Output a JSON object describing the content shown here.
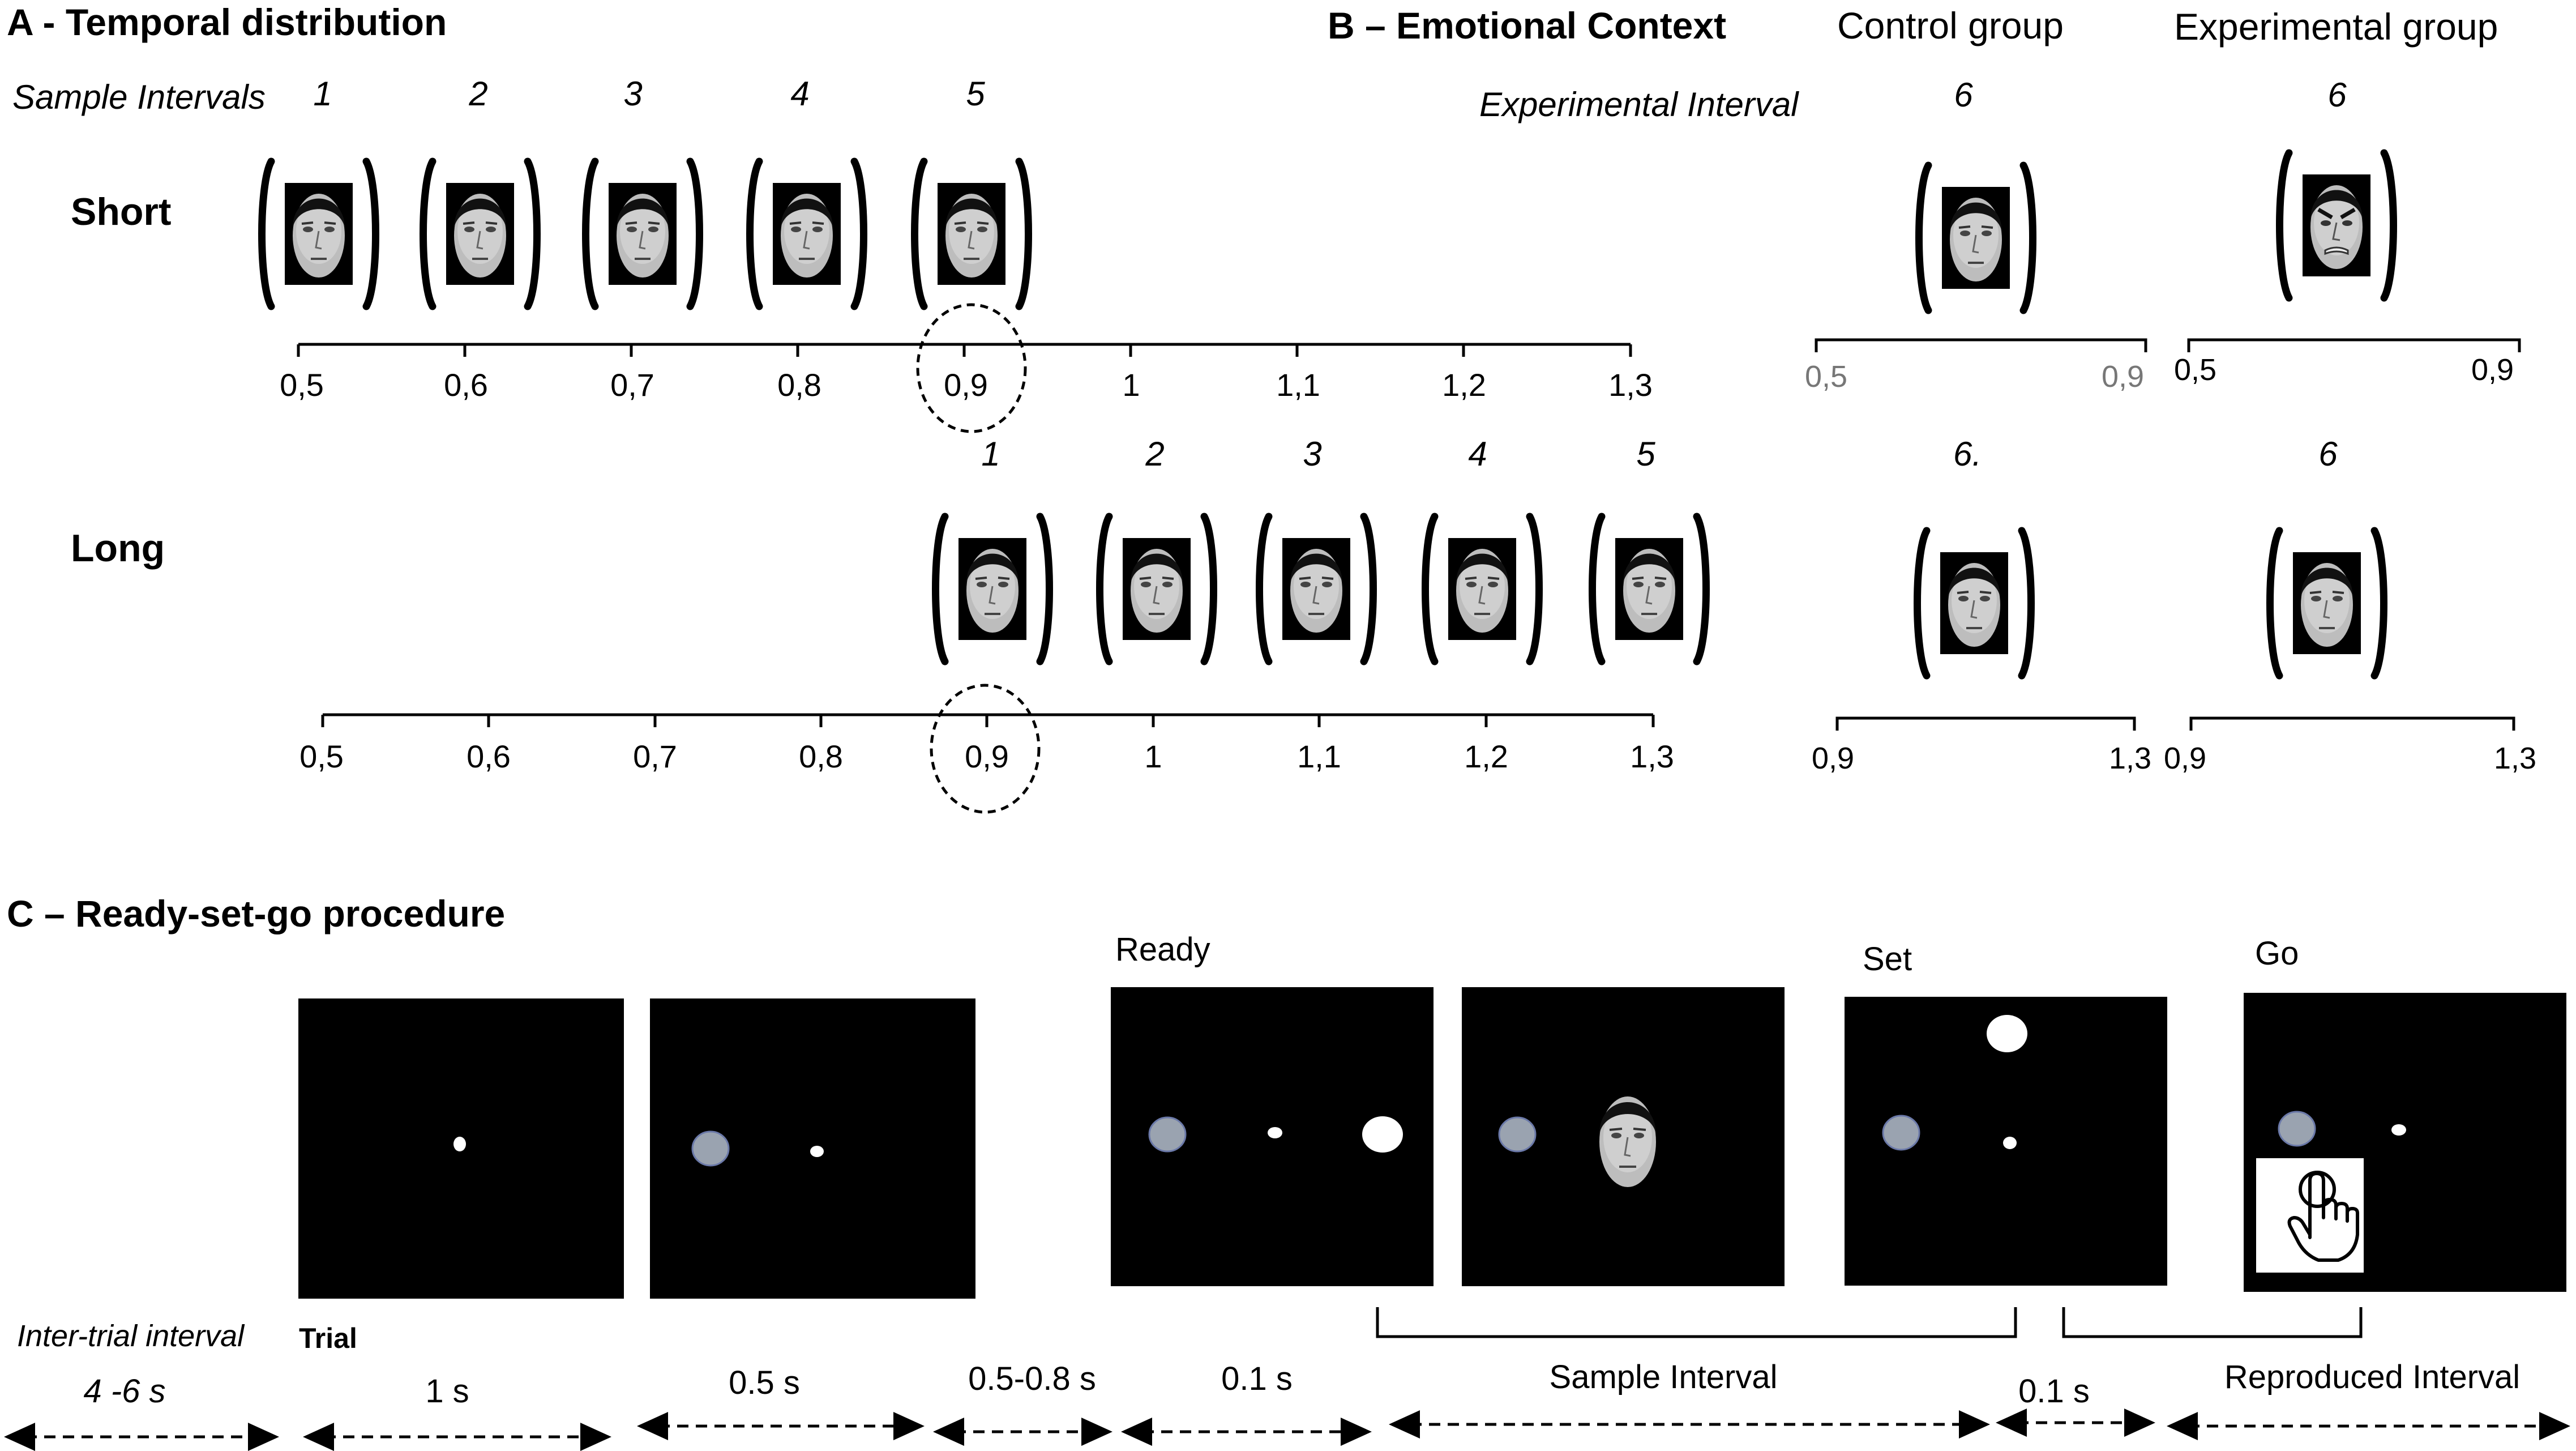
{
  "panel_a": {
    "letter": "A",
    "title": " - Temporal distribution",
    "sample_intervals_label": "Sample Intervals",
    "short": {
      "label": "Short",
      "numbers": [
        "1",
        "2",
        "3",
        "4",
        "5"
      ],
      "ticks": [
        "0,5",
        "0,6",
        "0,7",
        "0,8",
        "0,9",
        "1",
        "1,1",
        "1,2",
        "1,3"
      ]
    },
    "long": {
      "label": "Long",
      "numbers": [
        "1",
        "2",
        "3",
        "4",
        "5"
      ],
      "ticks": [
        "0,5",
        "0,6",
        "0,7",
        "0,8",
        "0,9",
        "1",
        "1,1",
        "1,2",
        "1,3"
      ]
    },
    "highlight_value": "0,9"
  },
  "panel_b": {
    "letter": "B",
    "title": " – Emotional Context",
    "control_label": "Control group",
    "experimental_label": "Experimental group",
    "experimental_interval_label": "Experimental Interval",
    "short_numbers": {
      "control": "6",
      "experimental": "6"
    },
    "long_numbers": {
      "control": "6.",
      "experimental": "6"
    },
    "short_range": {
      "control": [
        "0,5",
        "0,9"
      ],
      "experimental": [
        "0,5",
        "0,9"
      ]
    },
    "long_range": {
      "control": [
        "0,9",
        "1,3"
      ],
      "experimental": [
        "0,9",
        "1,3"
      ]
    },
    "expressions": {
      "control": "neutral",
      "experimental": "angry"
    }
  },
  "panel_c": {
    "letter": "C",
    "title": " – Ready-set-go procedure",
    "stage_labels": {
      "ready": "Ready",
      "set": "Set",
      "go": "Go"
    },
    "inter_trial_label": "Inter-trial interval",
    "trial_label": "Trial",
    "durations": [
      "4 -6 s",
      "1 s",
      "0.5 s",
      "0.5-0.8 s",
      "0.1 s",
      "Sample Interval",
      "0.1 s",
      "Reproduced Interval"
    ],
    "bracket_labels": [
      "Sample Interval",
      "Reproduced Interval"
    ],
    "icons": [
      "hand-pointer-icon"
    ]
  },
  "colors": {
    "screen": "#000000",
    "start_dot": "#9aa3b0",
    "text_gray": "#777777"
  }
}
